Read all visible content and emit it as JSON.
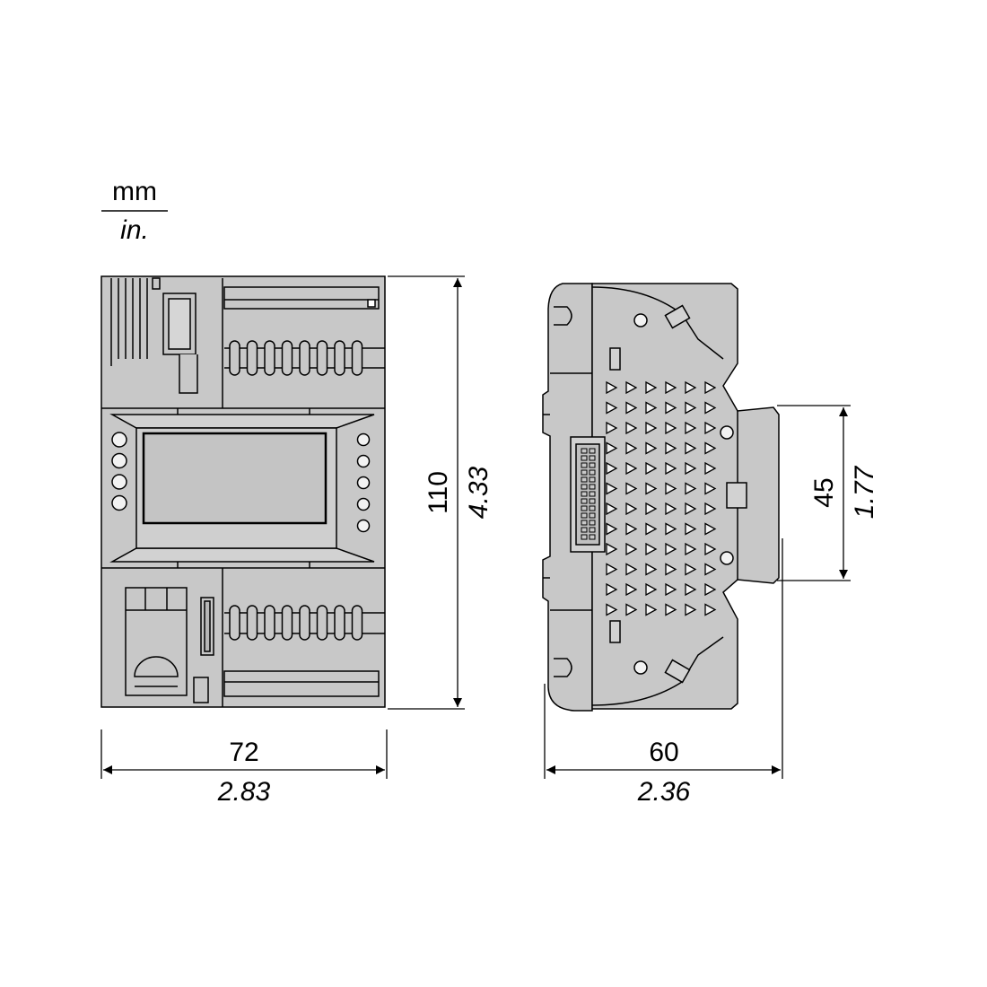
{
  "units": {
    "primary": "mm",
    "secondary": "in."
  },
  "front_view": {
    "width": {
      "mm": "72",
      "in": "2.83"
    },
    "height": {
      "mm": "110",
      "in": "4.33"
    }
  },
  "side_view": {
    "depth": {
      "mm": "60",
      "in": "2.36"
    },
    "rail": {
      "mm": "45",
      "in": "1.77"
    }
  },
  "colors": {
    "body": "#c8c8c8",
    "line": "#000000",
    "hole": "#f2f2f2"
  }
}
